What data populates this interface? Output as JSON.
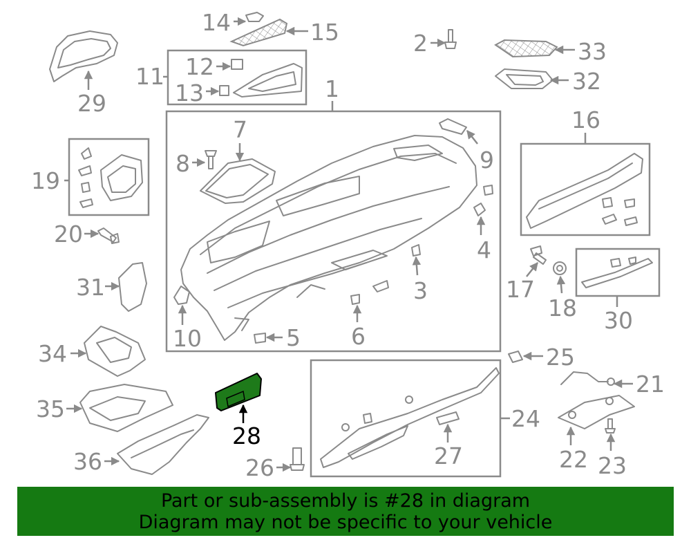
{
  "diagram": {
    "highlighted_part": "28",
    "highlight_color": "#1e7a1a",
    "line_color": "#8a8a8a",
    "callouts": [
      "14",
      "15",
      "2",
      "33",
      "29",
      "11",
      "12",
      "13",
      "32",
      "1",
      "7",
      "16",
      "8",
      "9",
      "19",
      "20",
      "4",
      "31",
      "17",
      "18",
      "3",
      "30",
      "10",
      "5",
      "6",
      "34",
      "25",
      "21",
      "28",
      "35",
      "24",
      "22",
      "36",
      "27",
      "23",
      "26"
    ]
  },
  "banner": {
    "line1": "Part or sub-assembly is #28 in diagram",
    "line2": "Diagram may not be specific to your vehicle",
    "background": "#157a12"
  }
}
